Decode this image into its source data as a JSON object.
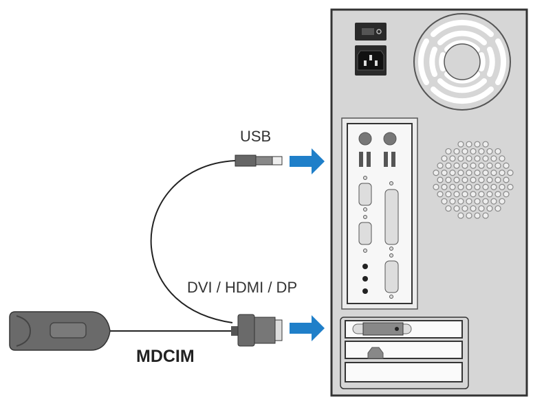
{
  "diagram": {
    "labels": {
      "usb": "USB",
      "video": "DVI / HDMI / DP",
      "device": "MDCIM"
    },
    "colors": {
      "arrow": "#1f7fc9",
      "tower_fill": "#d4d4d4",
      "outline": "#333333",
      "connector": "#6a6a6a"
    },
    "connections": [
      {
        "from": "MDCIM",
        "connector": "USB",
        "to": "USB port"
      },
      {
        "from": "MDCIM",
        "connector": "DVI / HDMI / DP",
        "to": "video card port"
      }
    ]
  }
}
